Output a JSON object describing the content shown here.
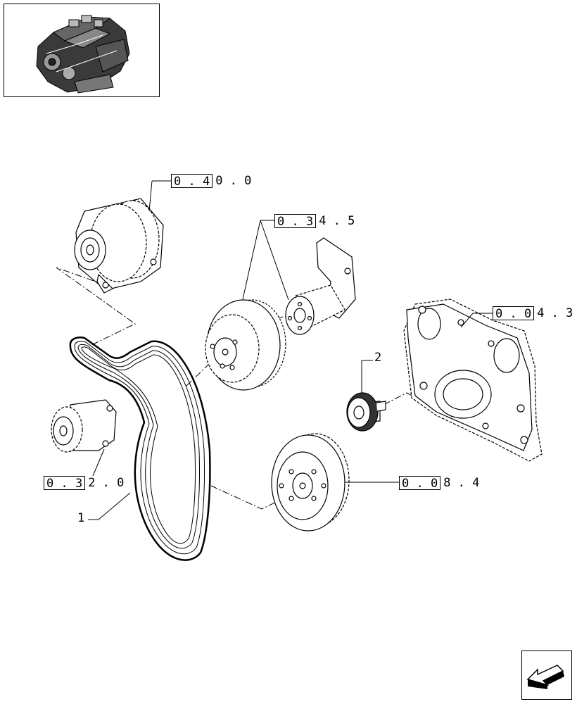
{
  "thumbnail": {
    "icon": "engine-icon"
  },
  "references": [
    {
      "boxed": "0 . 4",
      "rest": "0 . 0",
      "target": "alternator"
    },
    {
      "boxed": "0 . 3",
      "rest": "4 . 5",
      "target": "fan-pulley-and-bracket"
    },
    {
      "boxed": "0 . 0",
      "rest": "4 . 3",
      "target": "timing-cover"
    },
    {
      "boxed": "0 . 3",
      "rest": "2 . 0",
      "target": "water-pump"
    },
    {
      "boxed": "0 . 0",
      "rest": "8 . 4",
      "target": "crankshaft-pulley"
    }
  ],
  "callouts": [
    {
      "number": "1",
      "part": "poly-v-belt"
    },
    {
      "number": "2",
      "part": "idler-pulley"
    }
  ],
  "navigation": {
    "icon": "next-page-arrow-icon"
  }
}
